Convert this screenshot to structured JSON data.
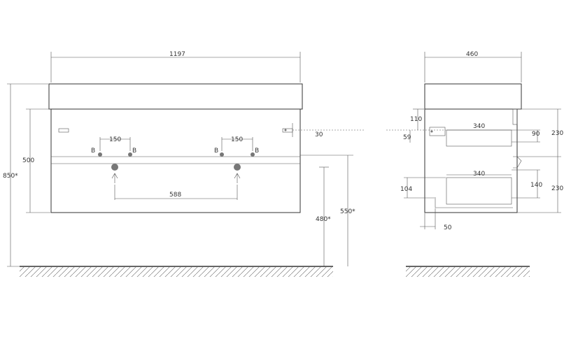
{
  "front": {
    "width": "1197",
    "cabinet_height": "500",
    "total_height": "850*",
    "faucet_spacing_left": "150",
    "faucet_spacing_right": "150",
    "drain_spacing": "588",
    "drain_height": "480*",
    "top_height": "550*",
    "side_offset": "30",
    "marker": "B"
  },
  "side": {
    "depth": "460",
    "dim_110": "110",
    "dim_59": "59",
    "drawer_top_width": "340",
    "drawer_top_inner": "90",
    "drawer_top_height": "230",
    "drawer_bottom_width": "340",
    "drawer_bottom_left": "104",
    "drawer_bottom_inner": "140",
    "drawer_bottom_height": "230",
    "bottom_offset": "50"
  },
  "colors": {
    "line": "#333333",
    "dim": "#555555",
    "dot": "#777777"
  }
}
